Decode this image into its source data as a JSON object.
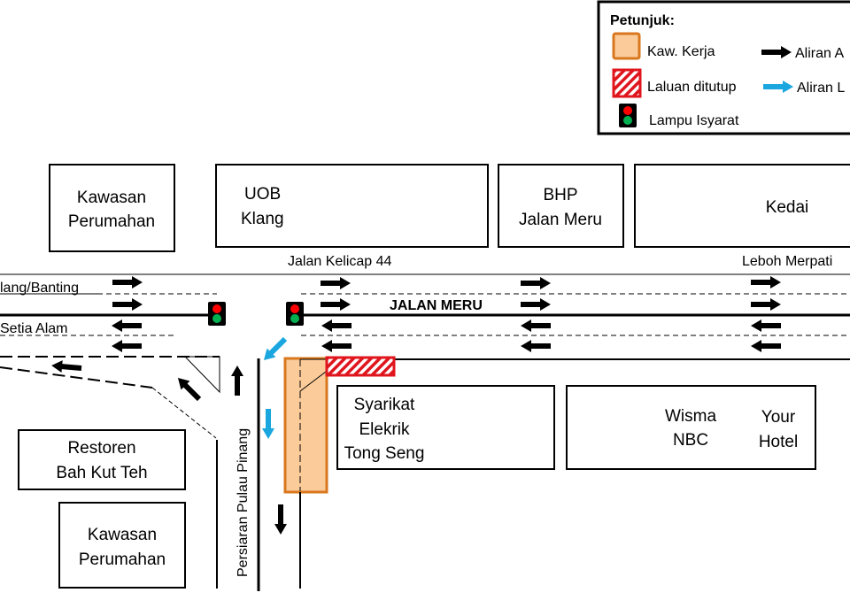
{
  "legend": {
    "title": "Petunjuk:",
    "work_zone": "Kaw. Kerja",
    "closed_route": "Laluan ditutup",
    "traffic_light": "Lampu Isyarat",
    "flow_black": "Aliran A",
    "flow_blue": "Aliran L"
  },
  "buildings": {
    "kawasan_1": [
      "Kawasan",
      "Perumahan"
    ],
    "uob": [
      "UOB",
      "Klang"
    ],
    "bhp": [
      "BHP",
      "Jalan Meru"
    ],
    "kedai": "Kedai",
    "restoren": [
      "Restoren",
      "Bah Kut Teh"
    ],
    "kawasan_2": [
      "Kawasan",
      "Perumahan"
    ],
    "syarikat": [
      "Syarikat",
      "Elekrik",
      "Tong Seng"
    ],
    "wisma": [
      "Wisma",
      "NBC"
    ],
    "hotel": [
      "Your",
      "Hotel"
    ]
  },
  "roads": {
    "klang_banting": "lang/Banting",
    "setia_alam": "Setia Alam",
    "jalan_kelicap": "Jalan Kelicap 44",
    "leboh_merpati": "Leboh Merpati",
    "jalan_meru": "JALAN MERU",
    "persiaran": "Persiaran Pulau Pinang"
  },
  "colors": {
    "work_zone_fill": "#FBCB9A",
    "work_zone_stroke": "#D9781F",
    "closed": "#E0161E",
    "flow_blue": "#1AA7E0",
    "light_red": "#FF0000",
    "light_green": "#00B050"
  }
}
